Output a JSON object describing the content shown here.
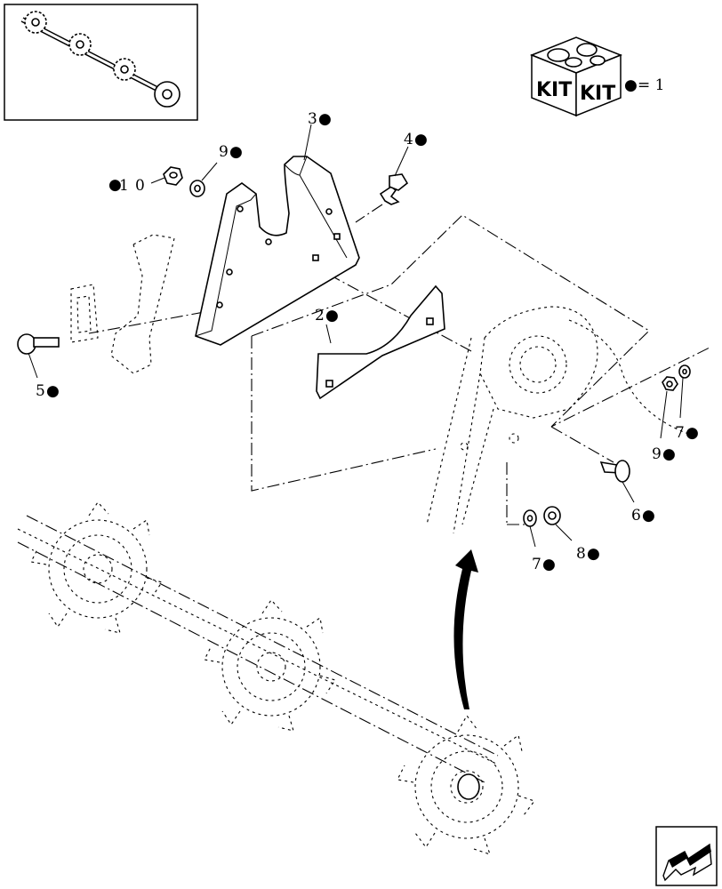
{
  "callouts": [
    {
      "id": "c1",
      "text": "1",
      "marker": "●"
    },
    {
      "id": "c2",
      "text": "2",
      "marker": "●"
    },
    {
      "id": "c3",
      "text": "3",
      "marker": "●"
    },
    {
      "id": "c4",
      "text": "4",
      "marker": "●"
    },
    {
      "id": "c5",
      "text": "5",
      "marker": "●"
    },
    {
      "id": "c6",
      "text": "6",
      "marker": "●"
    },
    {
      "id": "c7a",
      "text": "7",
      "marker": "●"
    },
    {
      "id": "c7b",
      "text": "7",
      "marker": "●"
    },
    {
      "id": "c8",
      "text": "8",
      "marker": "●"
    },
    {
      "id": "c9a",
      "text": "9",
      "marker": "●"
    },
    {
      "id": "c9b",
      "text": "9",
      "marker": "●"
    },
    {
      "id": "c10",
      "text": "0",
      "marker": "●"
    }
  ],
  "kit_legend": {
    "box_labels": [
      "KIT",
      "KIT"
    ],
    "equation": "= 1",
    "marker": "●"
  },
  "colors": {
    "line": "#000000",
    "background": "#ffffff"
  },
  "icons": {
    "navigation": "arrow-next-page-icon",
    "kit": "kit-box-icon"
  }
}
